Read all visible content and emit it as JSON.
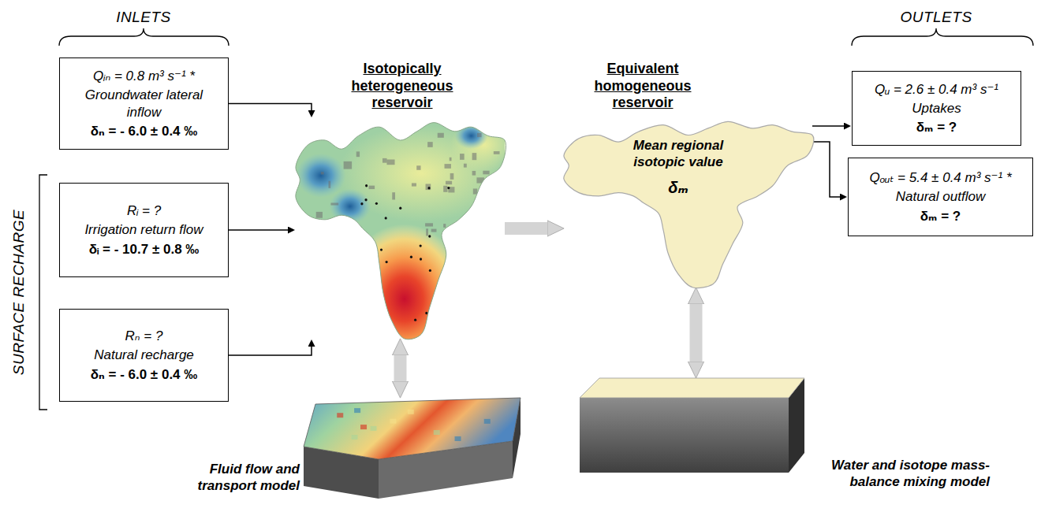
{
  "diagram": {
    "nodes": [
      {
        "text": [
          "Qᵢₙ = 0.8 m³ s⁻¹ *",
          "Groundwater lateral inflow",
          "δₙ = - 6.0 ± 0.4 ‰"
        ]
      },
      {
        "text": [
          "Rᵢ = ?",
          "Irrigation return flow",
          "δᵢ = - 10.7 ± 0.8 ‰"
        ]
      },
      {
        "text": [
          "Rₙ = ?",
          "Natural recharge",
          "δₙ = - 6.0 ± 0.4 ‰"
        ]
      },
      {
        "text": [
          "Isotopically heterogeneous reservoir"
        ]
      },
      {
        "text": [
          "Equivalent homogeneous reservoir",
          "Mean regional isotopic value",
          "δₘ"
        ]
      },
      {
        "text": [
          "Qᵤ = 2.6 ± 0.4 m³ s⁻¹",
          "Uptakes",
          "δₘ = ?"
        ]
      },
      {
        "text": [
          "Qₒᵤₜ = 5.4 ± 0.4 m³ s⁻¹ *",
          "Natural outflow",
          "δₘ = ?"
        ]
      },
      {
        "text": [
          "Fluid flow and transport model"
        ]
      },
      {
        "text": [
          "Water and isotope mass-balance mixing model"
        ]
      }
    ],
    "edges": [
      {
        "from": 0,
        "to": 3,
        "arrow": "to"
      },
      {
        "from": 1,
        "to": 3,
        "arrow": "to"
      },
      {
        "from": 2,
        "to": 3,
        "arrow": "to"
      },
      {
        "from": 3,
        "to": 4,
        "arrow": "to"
      },
      {
        "from": 4,
        "to": 5,
        "arrow": "to"
      },
      {
        "from": 4,
        "to": 6,
        "arrow": "to"
      },
      {
        "from": 3,
        "to": 7,
        "arrow": "both"
      },
      {
        "from": 4,
        "to": 8,
        "arrow": "both"
      }
    ],
    "labels": [
      "INLETS",
      "OUTLETS",
      "SURFACE RECHARGE"
    ]
  }
}
